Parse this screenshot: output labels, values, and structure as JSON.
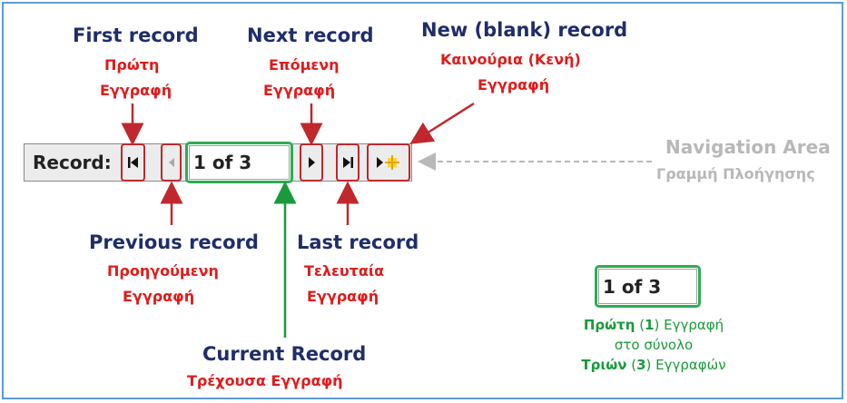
{
  "labels": {
    "first": {
      "en": "First record",
      "gr1": "Πρώτη",
      "gr2": "Εγγραφή"
    },
    "next": {
      "en": "Next record",
      "gr1": "Επόμενη",
      "gr2": "Εγγραφή"
    },
    "new": {
      "en": "New (blank) record",
      "gr1": "Καινούρια (Κενή)",
      "gr2": "Εγγραφή"
    },
    "previous": {
      "en": "Previous record",
      "gr1": "Προηγούμενη",
      "gr2": "Εγγραφή"
    },
    "last": {
      "en": "Last record",
      "gr1": "Τελευταία",
      "gr2": "Εγγραφή"
    },
    "current": {
      "en": "Current Record",
      "gr": "Τρέχουσα Εγγραφή"
    },
    "nav_area": {
      "en": "Navigation Area",
      "gr": "Γραμμή Πλοήγησης"
    }
  },
  "navbar": {
    "record_label": "Record:",
    "record_value": "1 of 3"
  },
  "example": {
    "value": "1 of 3",
    "line1_bold": "Πρώτη",
    "line1_rest": " (",
    "line1_num": "1",
    "line1_tail": ") Εγγραφή",
    "line2": "στο σύνολο",
    "line3_bold": "Τριών",
    "line3_rest": " (",
    "line3_num": "3",
    "line3_tail": ") Εγγραφών"
  },
  "colors": {
    "navy": "#1f2d6b",
    "red": "#e01b1b",
    "green": "#1a9a3c",
    "gray": "#b8b8b8",
    "frame": "#5b9bd5"
  },
  "icons": [
    "first-record-icon",
    "previous-record-icon",
    "next-record-icon",
    "last-record-icon",
    "new-record-icon"
  ]
}
